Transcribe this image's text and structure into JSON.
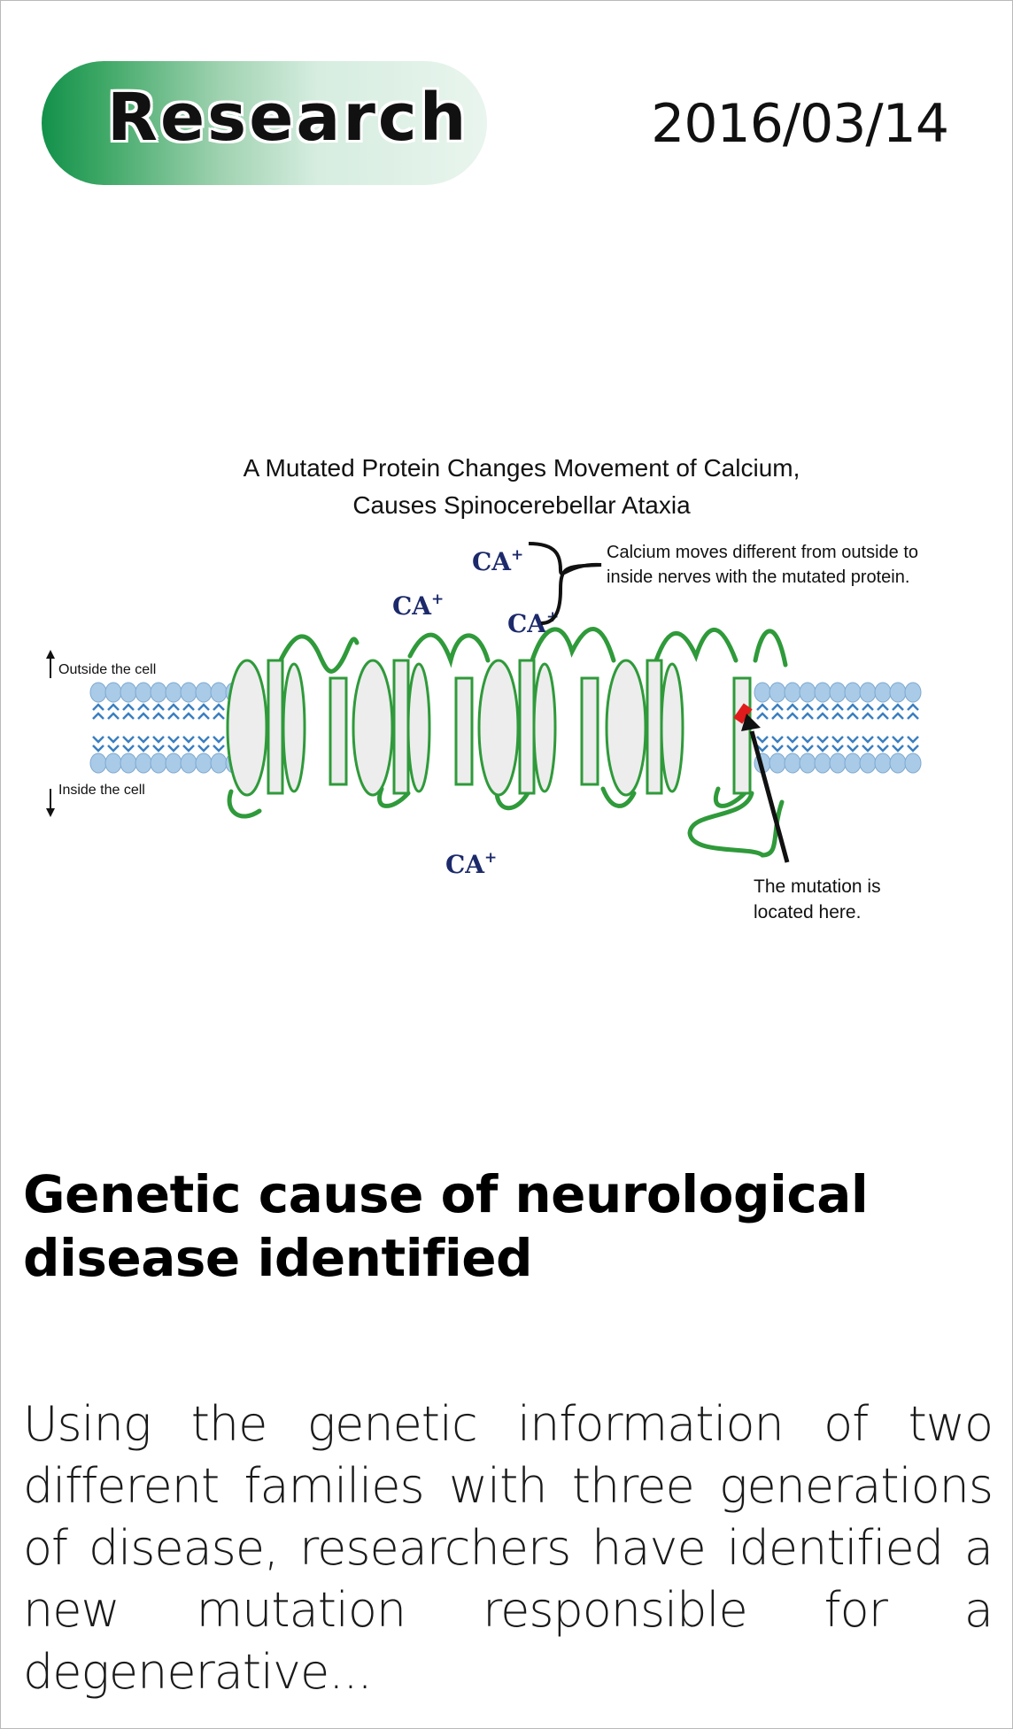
{
  "card": {
    "category_label": "Research",
    "date": "2016/03/14",
    "headline": "Genetic cause of neurological disease identified",
    "excerpt": "Using the genetic information of two different families with three generations of disease, researchers have identified a new mutation responsible for a degenerative..."
  },
  "figure": {
    "title_line1": "A Mutated Protein Changes Movement of Calcium,",
    "title_line2": "Causes Spinocerebellar Ataxia",
    "calcium_note_line1": "Calcium moves different from outside to",
    "calcium_note_line2": "inside nerves with the mutated protein.",
    "outside_label": "Outside the cell",
    "inside_label": "Inside the cell",
    "mutation_note_line1": "The mutation is",
    "mutation_note_line2": "located here.",
    "ion_label": "CA",
    "ion_charge": "+",
    "colors": {
      "protein": "#2f9a3a",
      "membrane": "#a9cbe8",
      "membrane_tail": "#3a7fc0",
      "mutation": "#e11b1b",
      "ion": "#1c2a6b",
      "pill_dark": "#12914a",
      "pill_light": "#e9f5ee"
    }
  }
}
